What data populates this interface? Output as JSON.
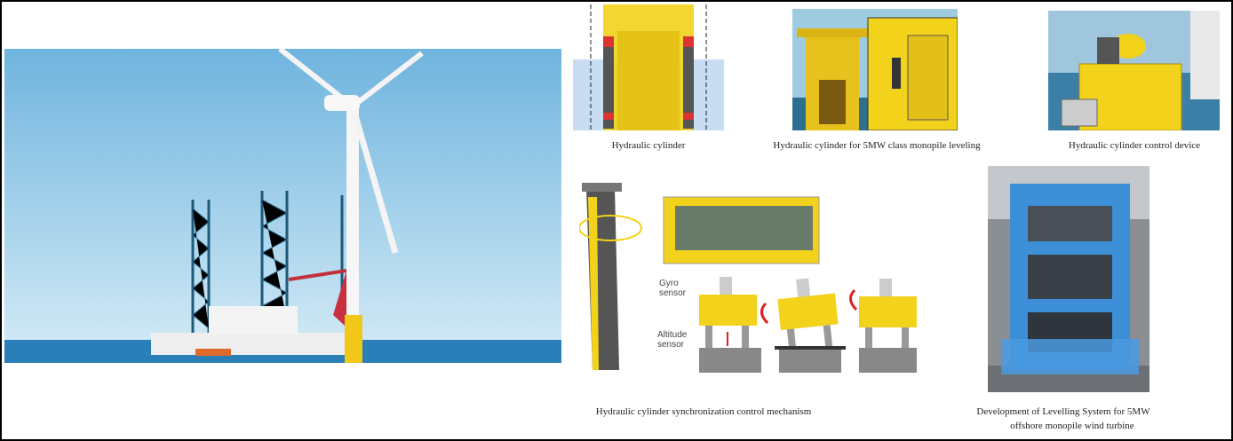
{
  "captions": {
    "hydraulic_cylinder": "Hydraulic cylinder",
    "leveling_5mw": "Hydraulic cylinder for 5MW class monopile leveling",
    "control_device": "Hydraulic cylinder control device",
    "sync_mechanism": "Hydraulic cylinder synchronization control mechanism",
    "levelling_system_line1": "Development of Levelling System for 5MW",
    "levelling_system_line2": "offshore monopile wind turbine"
  },
  "diagram_labels": {
    "gyro": "Gyro sensor",
    "altitude": "Altitude sensor"
  },
  "colors": {
    "sky": "#8ec8e6",
    "sea": "#2b7fb8",
    "yellow": "#f2d21a",
    "blue_frame": "#3d8fd8"
  }
}
